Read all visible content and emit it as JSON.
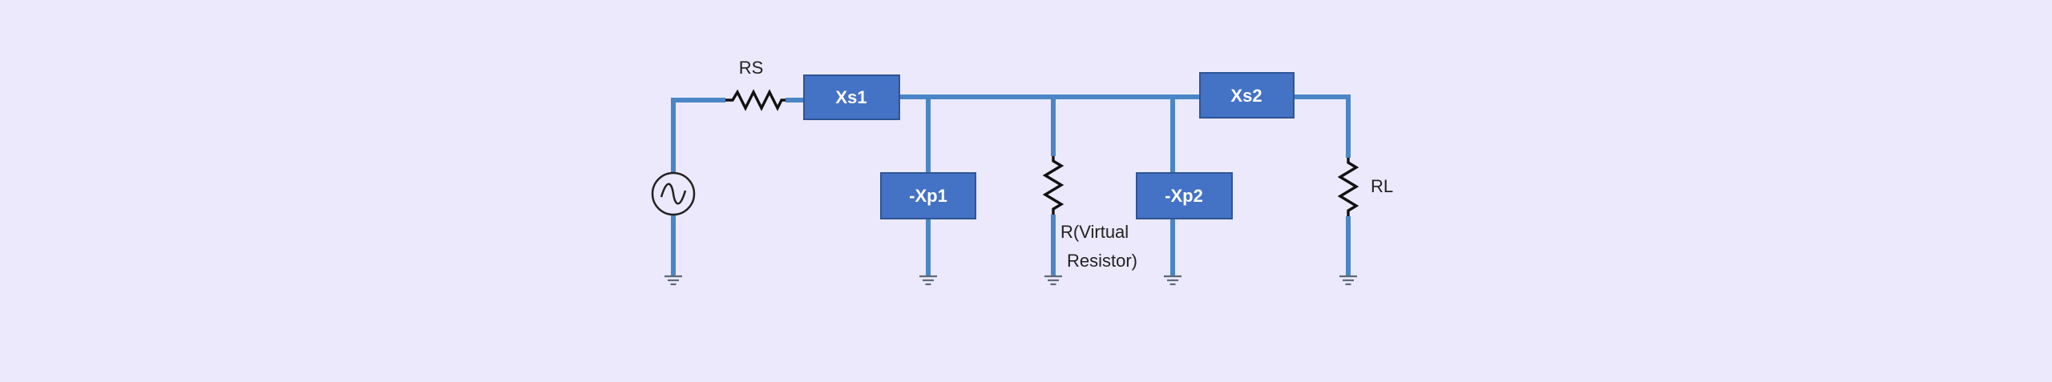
{
  "colors": {
    "background": "#ebe9fb",
    "wire": "#4a86c6",
    "component_fill": "#4472c4",
    "component_text": "#ffffff",
    "resistor": "#111111"
  },
  "components": {
    "xs1": "Xs1",
    "xs2": "Xs2",
    "xp1": "-Xp1",
    "xp2": "-Xp2"
  },
  "labels": {
    "rs": "RS",
    "rl": "RL",
    "r_virtual_line1": "R(Virtual",
    "r_virtual_line2": "Resistor)"
  },
  "icons": [
    "ac-source-icon",
    "resistor-icon",
    "ground-icon"
  ]
}
